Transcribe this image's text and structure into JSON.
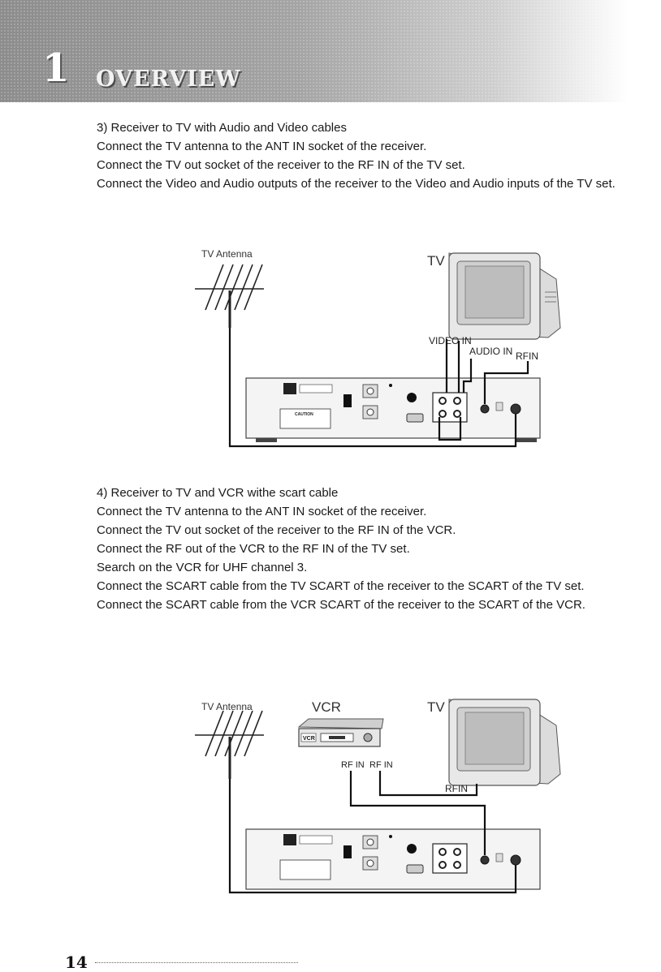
{
  "header": {
    "chapter_number": "1",
    "chapter_title": "OVERVIEW"
  },
  "section3": {
    "lines": [
      "3) Receiver to TV with Audio and Video cables",
      "Connect the TV antenna to the ANT IN socket of the receiver.",
      "Connect the TV out socket of the receiver to the RF IN of the TV set.",
      "Connect the Video and Audio outputs of the receiver to the Video and Audio inputs of the TV set."
    ]
  },
  "diagram1": {
    "antenna_label": "TV Antenna",
    "tv_label": "TV",
    "video_in_label": "VIDEO IN",
    "audio_in_label": "AUDIO IN",
    "rf_in_label": "RFIN"
  },
  "section4": {
    "lines": [
      "4) Receiver to TV and VCR withe scart cable",
      "Connect the TV antenna to the ANT IN socket of the receiver.",
      "Connect the TV out socket of the receiver to the RF IN of the VCR.",
      "Connect the RF out of the VCR to the RF IN of the TV set.",
      "Search on the VCR for UHF channel 3.",
      "Connect the SCART cable from the TV SCART of the receiver to the SCART of the TV set.",
      "Connect the SCART cable from the VCR SCART of the receiver to the SCART of the VCR."
    ]
  },
  "diagram2": {
    "antenna_label": "TV Antenna",
    "vcr_label": "VCR",
    "vcr_badge": "VCR",
    "tv_label": "TV",
    "rf_in_left_label": "RF IN",
    "rf_in_right_label": "RF IN",
    "tv_rf_in_label": "RFIN"
  },
  "receiver_panel": {
    "caution_label": "CAUTION"
  },
  "footer": {
    "page_number": "14"
  }
}
